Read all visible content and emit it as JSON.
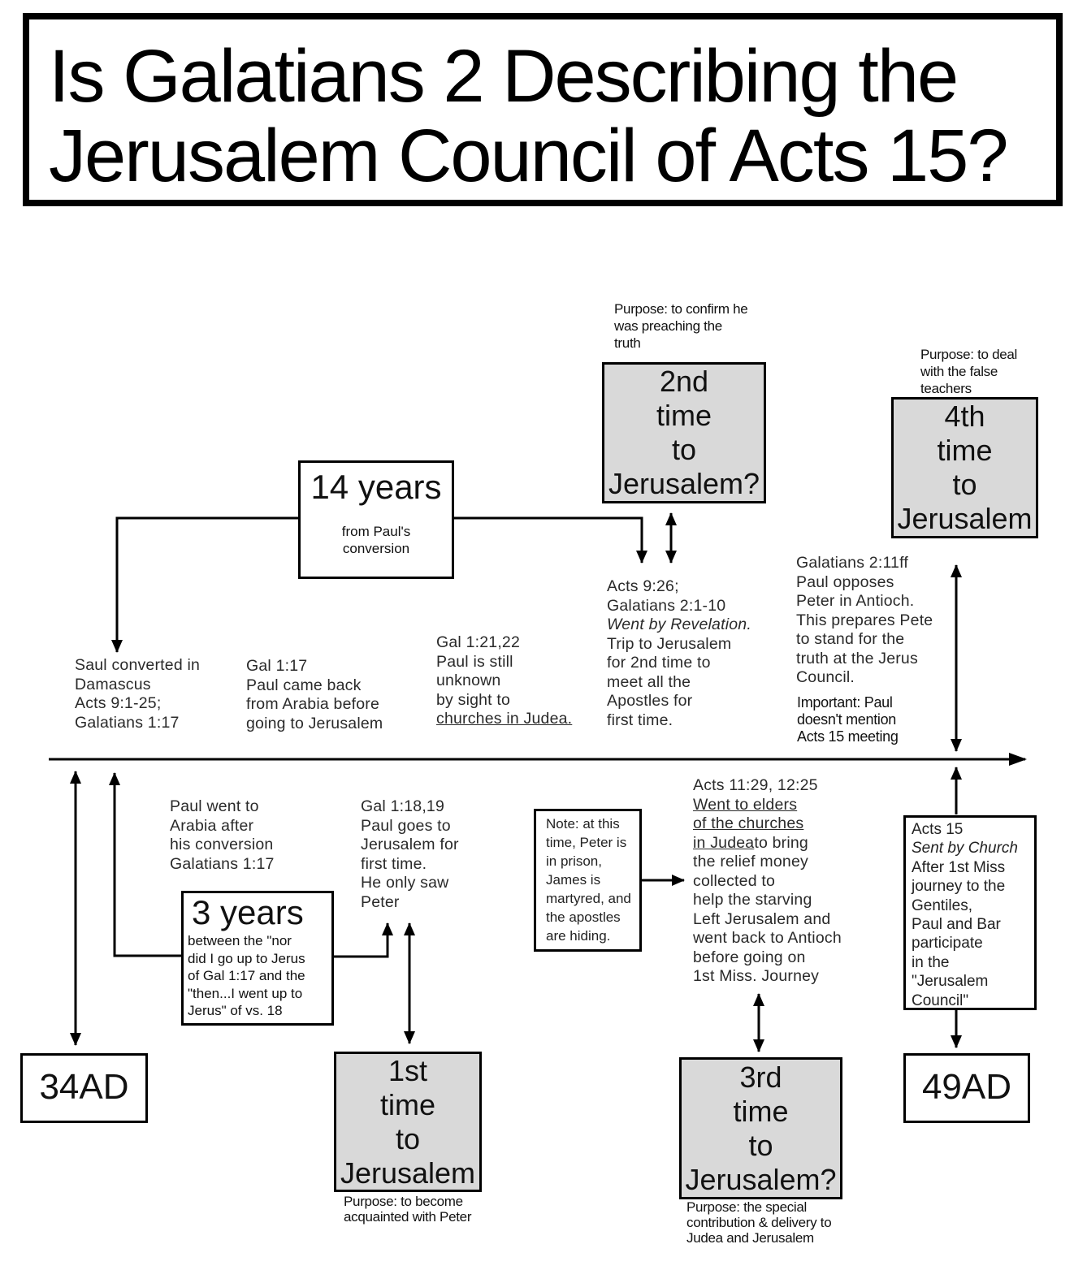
{
  "title": {
    "line1": "Is Galatians 2 Describing the",
    "line2": "Jerusalem Council of Acts 15?"
  },
  "boxes": {
    "fourteen_years": {
      "title": "14 years",
      "sub": [
        "from Paul's",
        "conversion"
      ]
    },
    "three_years": {
      "title": "3 years",
      "lines": [
        "between the \"nor",
        "did I go up to Jerus",
        "of Gal 1:17 and the",
        "\"then...I went up to",
        "Jerus\" of vs. 18"
      ]
    },
    "second_time": {
      "lines": [
        "2nd",
        "time",
        "to",
        "Jerusalem?"
      ]
    },
    "fourth_time": {
      "lines": [
        "4th",
        "time",
        "to",
        "Jerusalem"
      ]
    },
    "first_time": {
      "lines": [
        "1st",
        "time",
        "to",
        "Jerusalem"
      ]
    },
    "third_time": {
      "lines": [
        "3rd",
        "time",
        "to",
        "Jerusalem?"
      ]
    },
    "start_year": "34AD",
    "end_year": "49AD",
    "note": [
      "Note: at this",
      "time, Peter is",
      "in prison,",
      "James is",
      "martyred, and",
      "the apostles",
      "are hiding."
    ],
    "acts15": [
      "Acts 15",
      "Sent by Church",
      "After 1st Miss",
      "journey to the",
      "Gentiles,",
      "Paul and Bar",
      "participate",
      "in the",
      "\"Jerusalem",
      "Council\""
    ]
  },
  "purposes": {
    "second": [
      "Purpose: to confirm he",
      "was preaching the",
      "truth"
    ],
    "fourth": [
      "Purpose: to deal",
      "with the false",
      "teachers"
    ],
    "first": [
      "Purpose: to become",
      "acquainted with Peter"
    ],
    "third": [
      "Purpose: the special",
      "contribution & delivery to",
      "Judea and Jerusalem"
    ]
  },
  "texts": {
    "saul": [
      "Saul converted in",
      "Damascus",
      "Acts 9:1-25;",
      "Galatians 1:17"
    ],
    "gal117": [
      "Gal 1:17",
      "Paul came back",
      "from Arabia before",
      "going to Jerusalem"
    ],
    "gal121": [
      "Gal 1:21,22",
      "Paul is still",
      "unknown",
      "by sight to",
      "churches in Judea."
    ],
    "acts926": [
      "Acts 9:26;",
      "Galatians 2:1-10",
      "Went by Revelation.",
      "Trip to Jerusalem",
      "for 2nd time to",
      "meet all the",
      "Apostles for",
      "first time."
    ],
    "gal211": [
      "Galatians 2:11ff",
      "Paul opposes",
      "Peter in Antioch.",
      "This prepares Pete",
      "to stand for the",
      "truth  at the Jerus",
      "Council."
    ],
    "important": [
      "Important: Paul",
      "doesn't mention",
      "Acts 15 meeting"
    ],
    "arabia": [
      "Paul went to",
      "Arabia after",
      "his conversion",
      "Galatians 1:17"
    ],
    "gal118": [
      "Gal 1:18,19",
      "Paul goes to",
      "Jerusalem for",
      "first time.",
      "He only saw",
      "Peter"
    ],
    "acts1129": [
      "Acts 11:29, 12:25",
      "Went to elders ",
      "of the churches ",
      "in Judea",
      "to bring",
      "the relief money",
      "collected to",
      "help the starving",
      "Left Jerusalem and",
      "went back to Antioch",
      "before going on",
      "1st Miss. Journey"
    ]
  }
}
